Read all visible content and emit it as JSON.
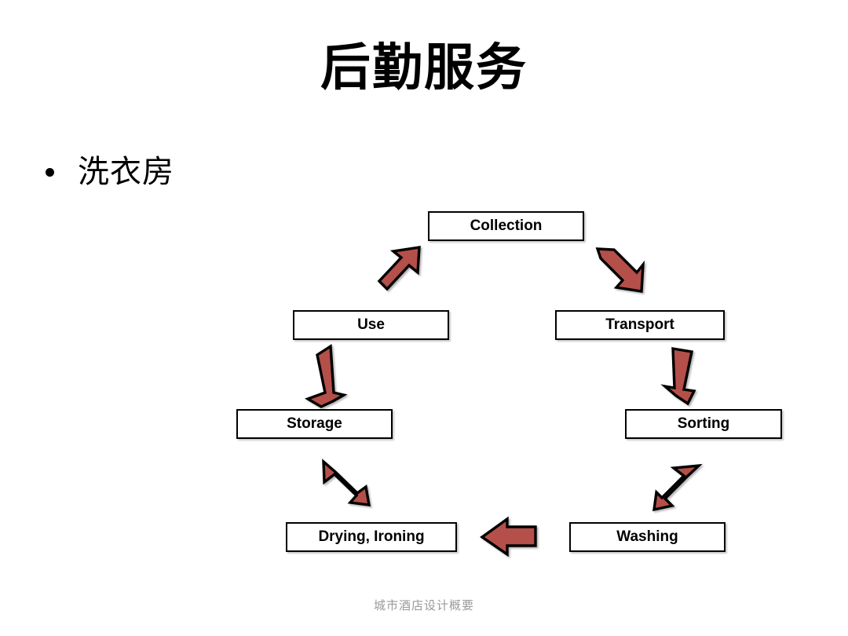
{
  "slide": {
    "title": "后勤服务",
    "bullet": {
      "marker": "bullet-dot",
      "text": "洗衣房"
    },
    "footer": "城市酒店设计概要",
    "background_color": "#FFFFFF"
  },
  "diagram": {
    "type": "cycle-flow",
    "arrow_color": "#B5504A",
    "arrow_outline_color": "#000000",
    "node_border_color": "#000000",
    "node_fill_color": "#FFFFFF",
    "text_color": "#000000",
    "nodes": [
      {
        "id": "collection",
        "label": "Collection"
      },
      {
        "id": "transport",
        "label": "Transport"
      },
      {
        "id": "sorting",
        "label": "Sorting"
      },
      {
        "id": "washing",
        "label": "Washing"
      },
      {
        "id": "drying",
        "label": "Drying, Ironing"
      },
      {
        "id": "storage",
        "label": "Storage"
      },
      {
        "id": "use",
        "label": "Use"
      }
    ],
    "arrows": [
      {
        "id": "collection-to-transport",
        "from": "collection",
        "to": "transport",
        "direction": "down-right"
      },
      {
        "id": "transport-to-sorting",
        "from": "transport",
        "to": "sorting",
        "direction": "down"
      },
      {
        "id": "sorting-to-washing",
        "from": "sorting",
        "to": "washing",
        "direction": "down-left"
      },
      {
        "id": "washing-to-drying",
        "from": "washing",
        "to": "drying",
        "direction": "left"
      },
      {
        "id": "drying-to-storage",
        "from": "drying",
        "to": "storage",
        "direction": "up-left"
      },
      {
        "id": "storage-to-use",
        "from": "storage",
        "to": "use",
        "direction": "up"
      },
      {
        "id": "use-to-collection",
        "from": "use",
        "to": "collection",
        "direction": "up-right"
      }
    ]
  }
}
